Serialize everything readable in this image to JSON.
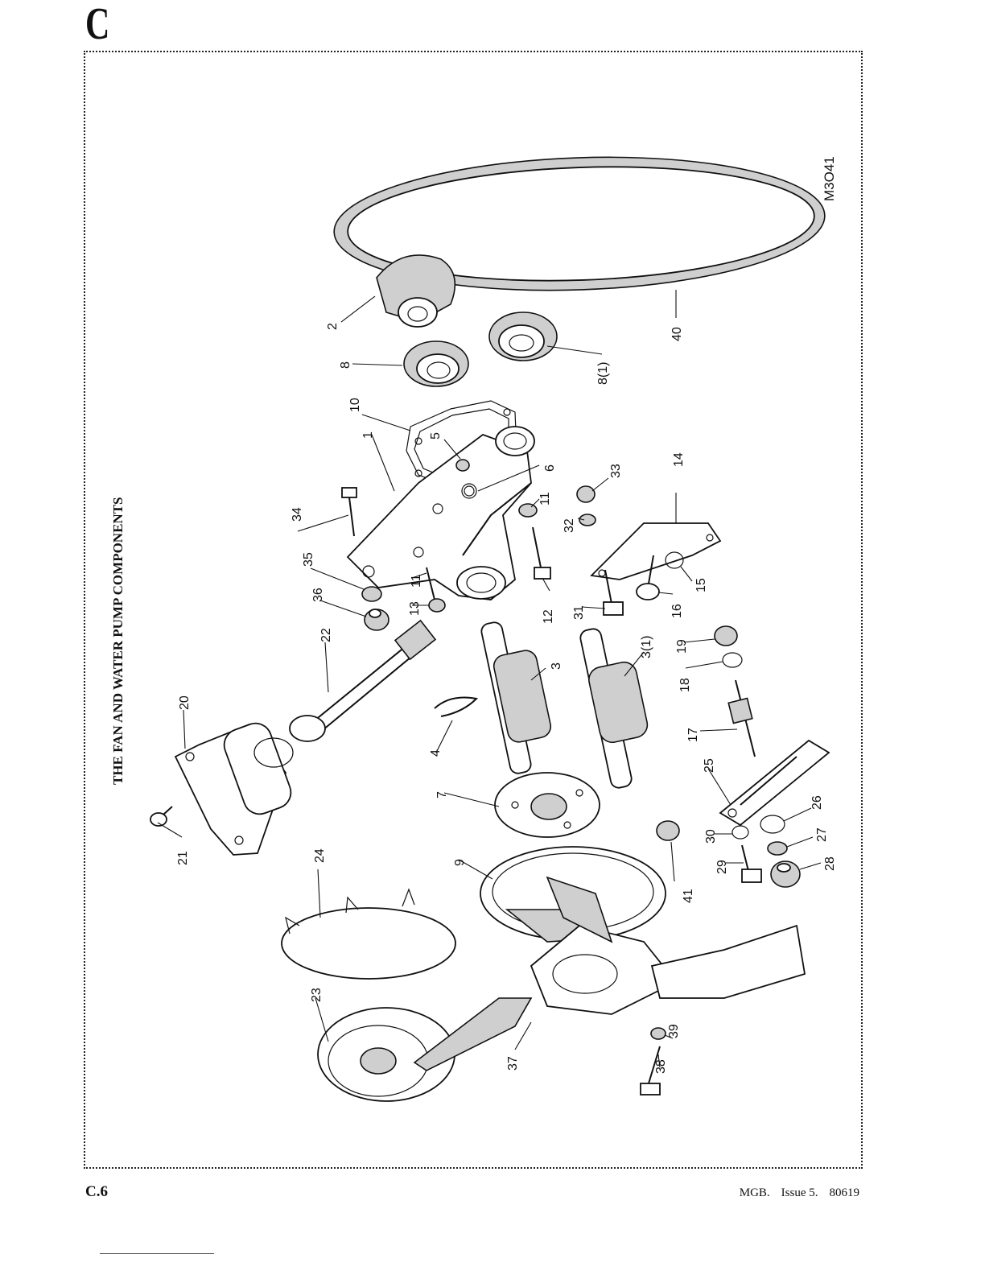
{
  "header": {
    "section_letter": "C"
  },
  "figure": {
    "title": "THE FAN AND WATER PUMP COMPONENTS",
    "drawing_ref": "M3O41",
    "callouts": [
      "1",
      "2",
      "3",
      "3(1)",
      "4",
      "5",
      "6",
      "7",
      "8",
      "8(1)",
      "9",
      "10",
      "11",
      "11",
      "12",
      "13",
      "14",
      "15",
      "16",
      "17",
      "18",
      "19",
      "20",
      "21",
      "22",
      "23",
      "24",
      "25",
      "26",
      "27",
      "28",
      "29",
      "30",
      "31",
      "32",
      "33",
      "34",
      "35",
      "36",
      "37",
      "38",
      "39",
      "40",
      "41"
    ]
  },
  "footer": {
    "page_number": "C.6",
    "model": "MGB.",
    "issue": "Issue 5.",
    "part_number": "80619"
  }
}
